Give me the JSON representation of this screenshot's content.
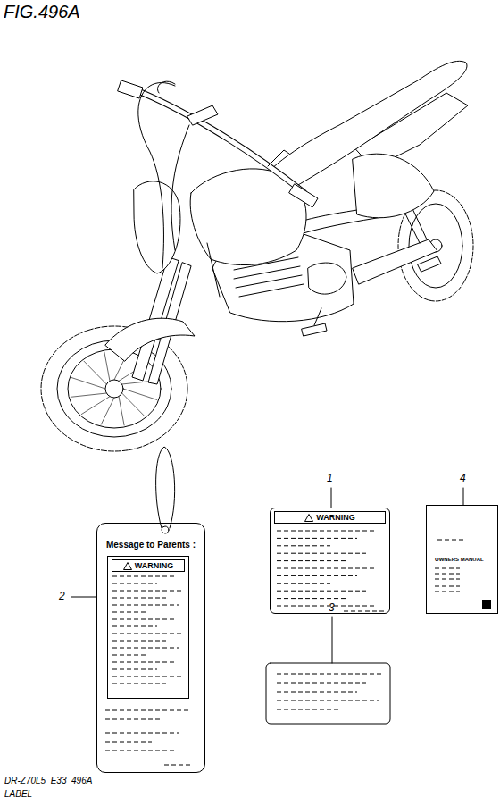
{
  "diagram": {
    "title": "FIG.496A",
    "caption": "DR-Z70L5_E33_496A",
    "nodes": [
      {
        "text": [
          "Message to Parents :"
        ]
      },
      {
        "text": [
          "WARNING"
        ],
        "in": 0
      },
      {
        "text": [
          "WARNING"
        ]
      },
      {
        "text": [
          "OWNERS MANUAL"
        ]
      }
    ],
    "labels": [
      "1",
      "2",
      "3",
      "4",
      "LABEL"
    ]
  }
}
